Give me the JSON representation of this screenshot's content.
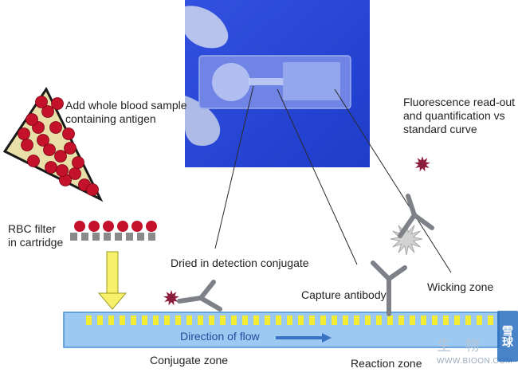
{
  "labels": {
    "add_blood_line1": "Add whole blood sample",
    "add_blood_line2": "containing antigen",
    "rbc_line1": "RBC filter",
    "rbc_line2": "in cartridge",
    "fluor_line1": "Fluorescence read-out",
    "fluor_line2": "and quantification vs",
    "fluor_line3": "standard curve",
    "dried_conjugate": "Dried in detection conjugate",
    "capture_antibody": "Capture antibody",
    "wicking_zone": "Wicking zone",
    "direction_of_flow": "Direction of flow",
    "conjugate_zone": "Conjugate zone",
    "reaction_zone": "Reaction zone"
  },
  "watermark": {
    "badge": "雪球",
    "chars": "生 物",
    "url": "WWW.BIOON.COM"
  },
  "colors": {
    "blood_cell": "#c4122a",
    "cartridge_fill": "#e8e0a8",
    "strip_fill": "#9cc9f2",
    "strip_edge": "#4b8ed8",
    "yellow_marks": "#f2ec32",
    "antibody": "#7e8288",
    "arrow_fill": "#f6f06a",
    "photo_bg": "#2544d6",
    "conjugate_star": "#8c1c3c",
    "fluor_burst": "#cfcfcf"
  }
}
